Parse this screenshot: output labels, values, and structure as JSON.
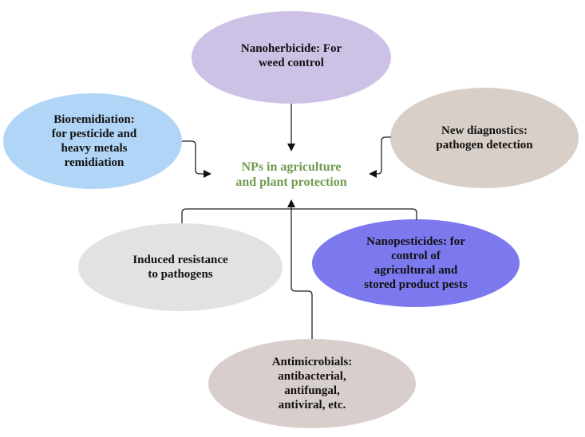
{
  "center": {
    "text": "NPs in agriculture\nand plant protection",
    "color": "#6f9a4f"
  },
  "nodes": [
    {
      "id": "nanoherbicide",
      "text": "Nanoherbicide: For\nweed control",
      "color": "#cdc2e6"
    },
    {
      "id": "bioremediation",
      "text": "Bioremidiation:\nfor pesticide and\nheavy metals\nremidiation",
      "color": "#b1d5f6"
    },
    {
      "id": "diagnostics",
      "text": "New diagnostics:\npathogen detection",
      "color": "#d8cfc8"
    },
    {
      "id": "induced-resistance",
      "text": "Induced resistance\nto pathogens",
      "color": "#e2e2e2"
    },
    {
      "id": "nanopesticides",
      "text": "Nanopesticides: for\ncontrol of\nagricultural and\nstored product pests",
      "color": "#7c79ee"
    },
    {
      "id": "antimicrobials",
      "text": "Antimicrobials:\nantibacterial,\nantifungal,\nantiviral, etc.",
      "color": "#d8cfcd"
    }
  ]
}
